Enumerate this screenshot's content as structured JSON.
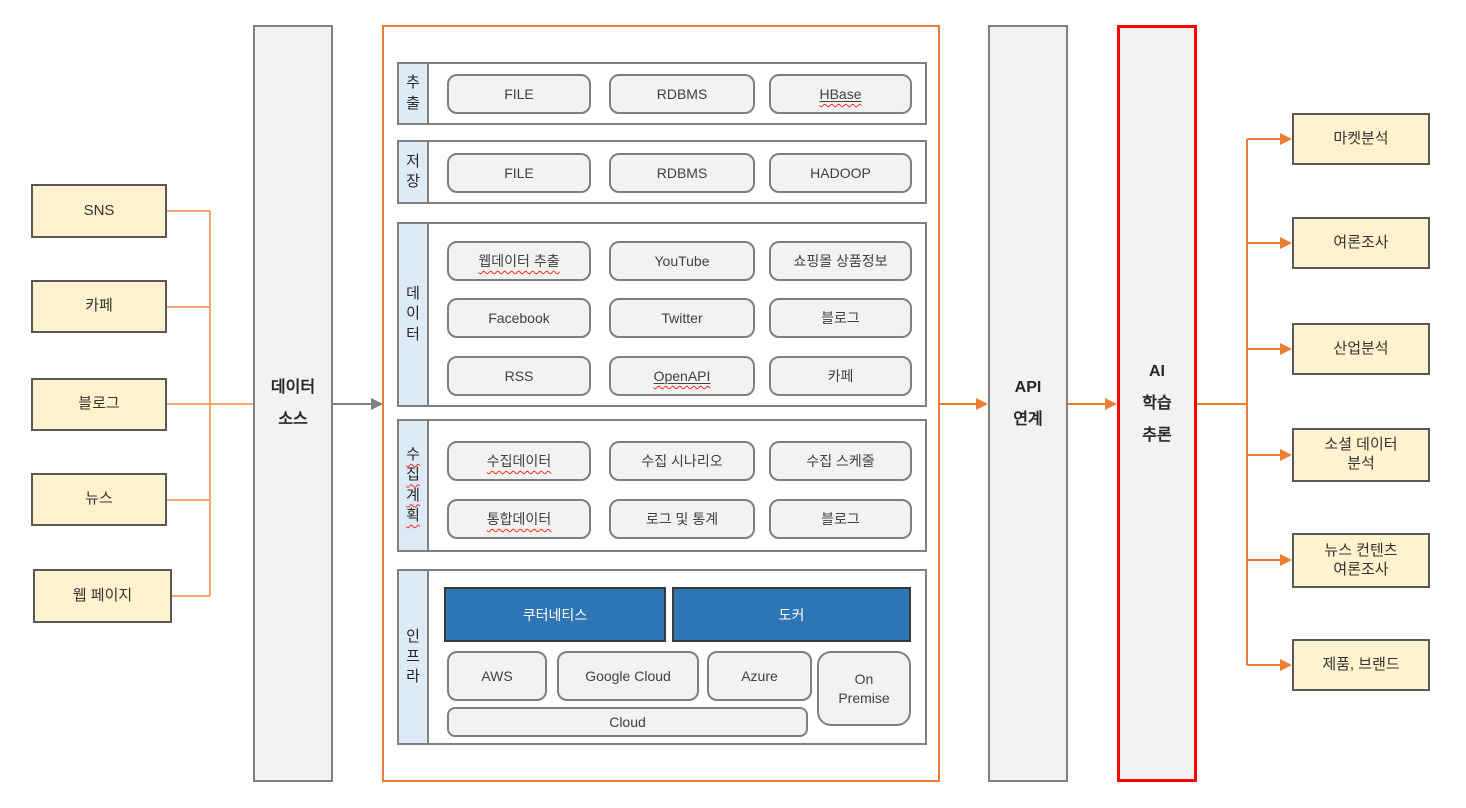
{
  "colors": {
    "source_fill": "#FFF2CC",
    "source_border": "#595959",
    "panel_fill": "#F2F2F2",
    "panel_border": "#808080",
    "frame_orange": "#ED7D31",
    "ai_border_red": "#FF0000",
    "section_label_fill": "#DEEBF7",
    "item_fill": "#F2F2F2",
    "platform_blue": "#2E75B6",
    "connector_orange": "#ED7D31",
    "connector_gray": "#808080",
    "spellcheck_red": "#FF2A1A"
  },
  "sources": {
    "items": [
      "SNS",
      "카페",
      "블로그",
      "뉴스",
      "웹 페이지"
    ]
  },
  "data_source_panel": {
    "label": "데이터\n소스"
  },
  "pipeline": {
    "sections": [
      {
        "label": "추출",
        "items": [
          "FILE",
          "RDBMS",
          "HBase"
        ]
      },
      {
        "label": "저장",
        "items": [
          "FILE",
          "RDBMS",
          "HADOOP"
        ]
      },
      {
        "label": "데이터",
        "items": [
          "웹데이터 추출",
          "YouTube",
          "쇼핑몰 상품정보",
          "Facebook",
          "Twitter",
          "블로그",
          "RSS",
          "OpenAPI",
          "카페"
        ]
      },
      {
        "label": "수집계획",
        "items": [
          "수집데이터",
          "수집 시나리오",
          "수집 스케줄",
          "통합데이터",
          "로그 및 통계",
          "블로그"
        ]
      },
      {
        "label": "인프라",
        "platforms": [
          "쿠터네티스",
          "도커"
        ],
        "clouds": [
          "AWS",
          "Google Cloud",
          "Azure",
          "On\nPremise",
          "Cloud"
        ]
      }
    ]
  },
  "api_panel": {
    "label": "API\n연계"
  },
  "ai_panel": {
    "label": "AI\n학습\n추론"
  },
  "outputs": {
    "items": [
      "마켓분석",
      "여론조사",
      "산업분석",
      "소셜 데이터\n분석",
      "뉴스 컨텐츠\n여론조사",
      "제품, 브랜드"
    ]
  }
}
